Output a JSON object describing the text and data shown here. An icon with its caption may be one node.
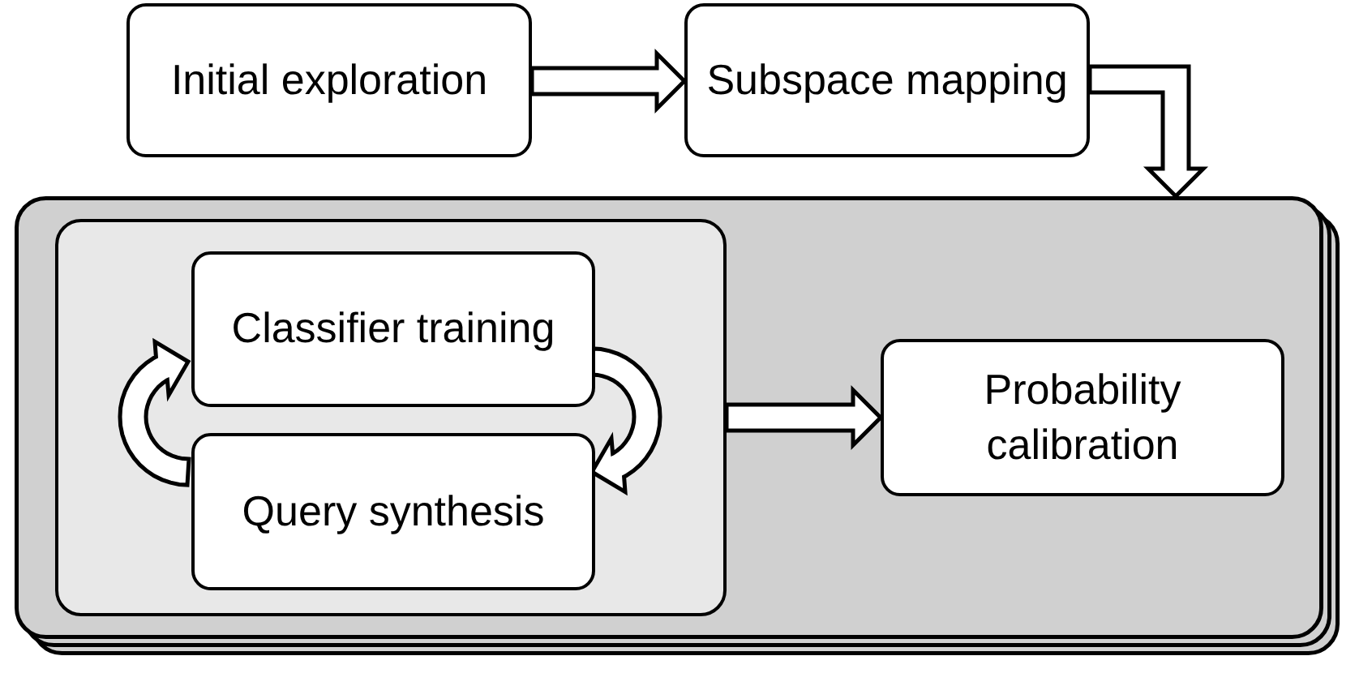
{
  "diagram": {
    "nodes": [
      {
        "text": [
          "Initial exploration"
        ]
      },
      {
        "text": [
          "Subspace mapping"
        ]
      },
      {
        "text": [],
        "shape": "box"
      },
      {
        "text": [],
        "shape": "box",
        "in": 2
      },
      {
        "text": [
          "Classifier training"
        ],
        "in": 3
      },
      {
        "text": [
          "Query synthesis"
        ],
        "in": 3
      },
      {
        "text": [
          "Probability calibration"
        ],
        "in": 2
      }
    ],
    "edges": [
      {
        "from": 0,
        "to": 1,
        "arrow": "to"
      },
      {
        "from": 1,
        "to": 2,
        "arrow": "to"
      },
      {
        "from": 5,
        "to": 4,
        "arrow": "to"
      },
      {
        "from": 4,
        "to": 5,
        "arrow": "to"
      },
      {
        "from": 3,
        "to": 6,
        "arrow": "to"
      }
    ]
  }
}
